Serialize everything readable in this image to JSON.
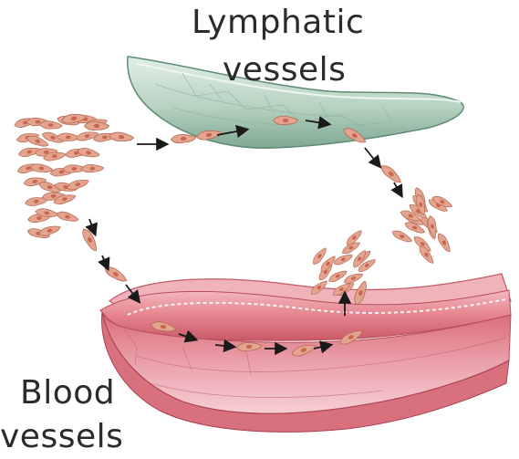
{
  "labels": {
    "lymphatic_line1": "Lymphatic",
    "lymphatic_line2": "vessels",
    "blood_line1": "Blood",
    "blood_line2": "vessels"
  },
  "colors": {
    "lymph_vessel": "#b9d3c2",
    "lymph_vessel_dark": "#6f9a86",
    "blood_vessel_outer": "#e98f98",
    "blood_vessel_inner": "#d96a77",
    "blood_lumen": "#f1bcc3",
    "cell_fill": "#e3a58f",
    "cell_edge": "#b86a55",
    "nucleus": "#c7654e",
    "arrow": "#1a1a1a"
  },
  "icons": {
    "arrow": "arrow-icon",
    "cell": "tumor-cell-icon"
  }
}
